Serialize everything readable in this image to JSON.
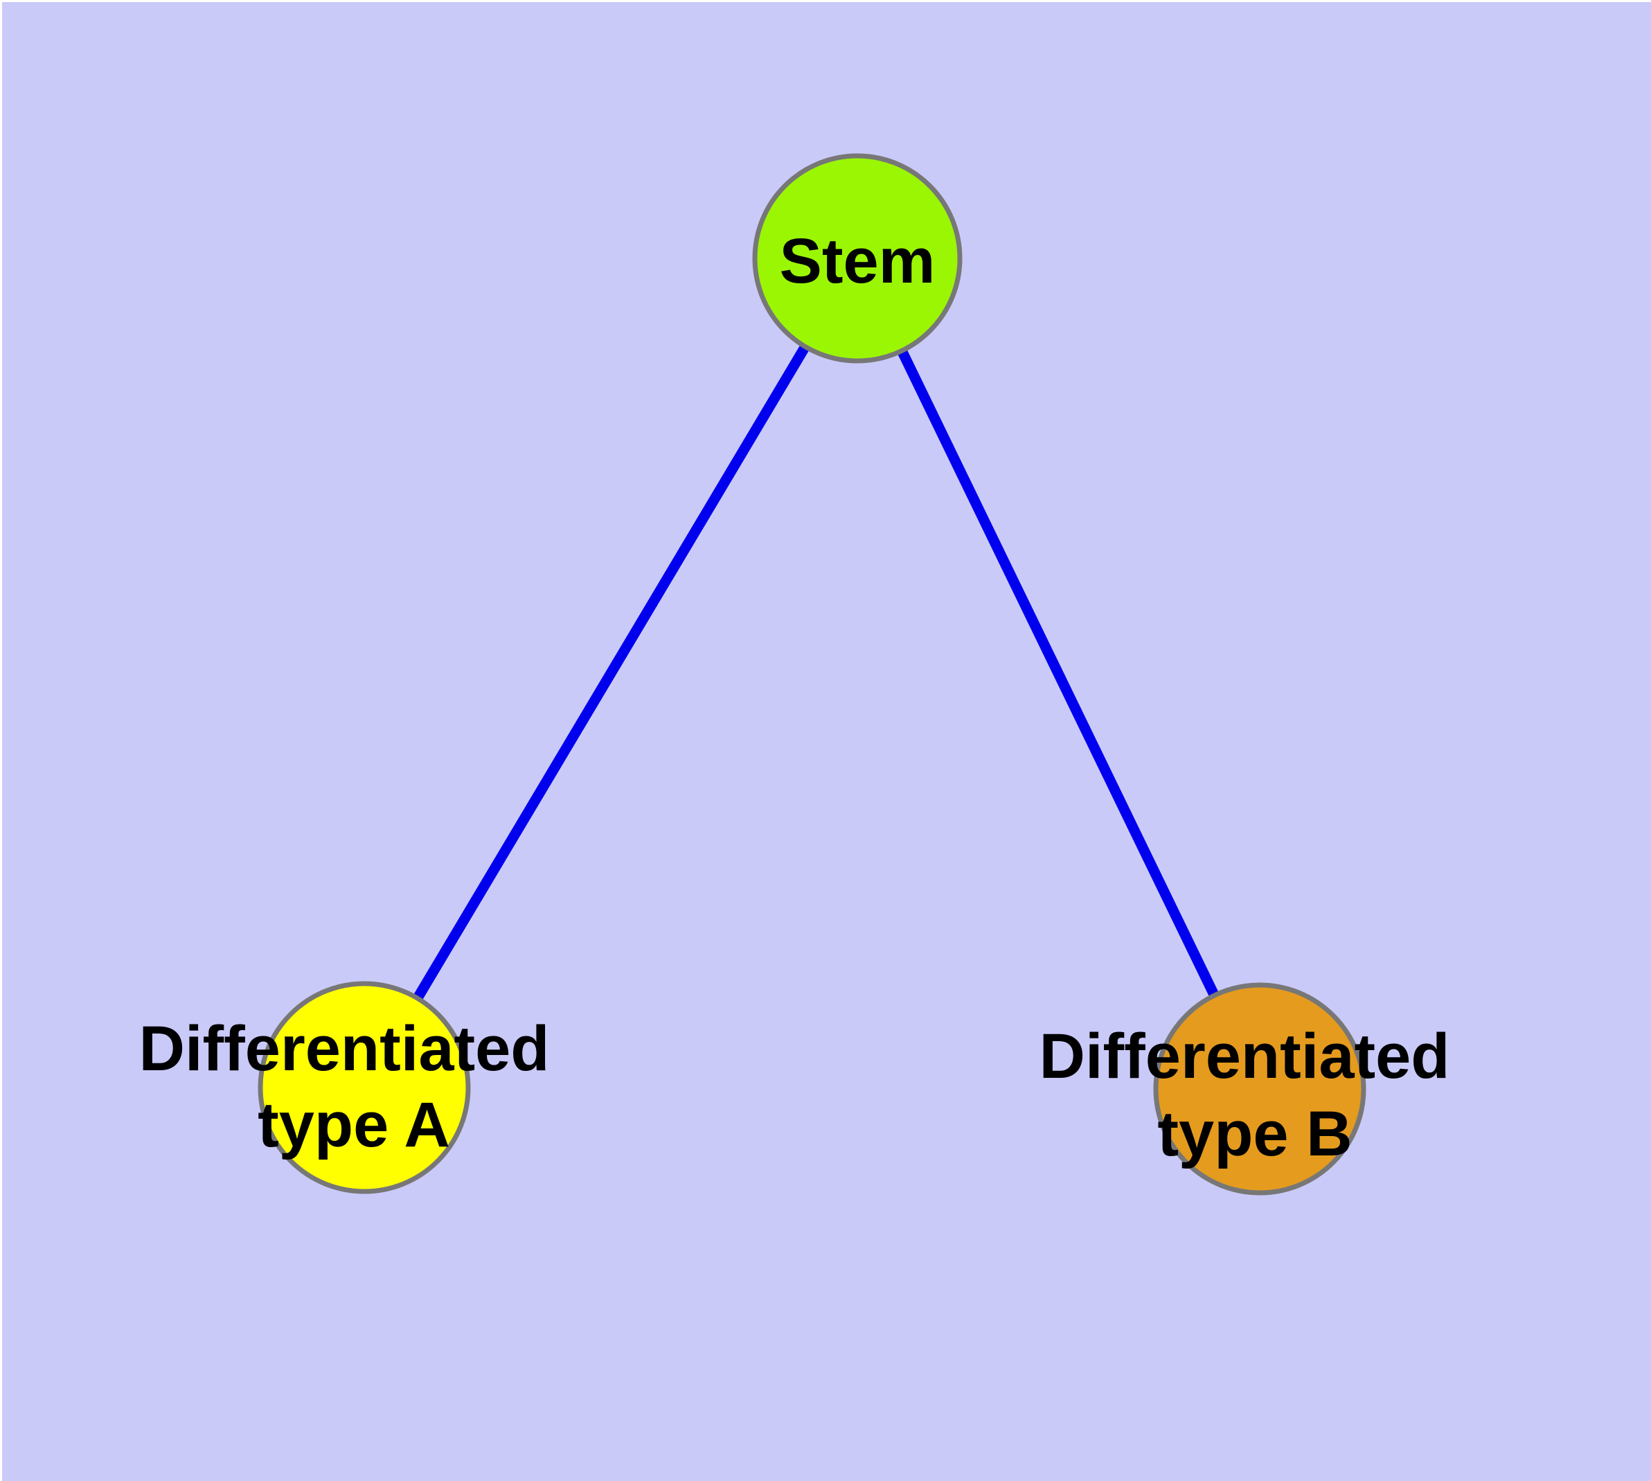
{
  "diagram": {
    "type": "graph",
    "background_color": "#CACAF9",
    "page_margin_color": "#FFFFFF",
    "node_outline_color": "#777777",
    "edge_color": "#0000EE",
    "label_color": "#000000"
  },
  "nodes": {
    "stem": {
      "label": "Stem",
      "color": "#9BF604"
    },
    "type_a": {
      "lines": [
        "Differentiated",
        "type A"
      ],
      "full_label": "Differentiated type A",
      "color": "#FFFF00"
    },
    "type_b": {
      "lines": [
        "Differentiated",
        "type B"
      ],
      "full_label": "Differentiated type B",
      "color": "#E59B1E"
    }
  },
  "edges": [
    {
      "from": "Stem",
      "to": "Differentiated type A"
    },
    {
      "from": "Stem",
      "to": "Differentiated type B"
    }
  ]
}
